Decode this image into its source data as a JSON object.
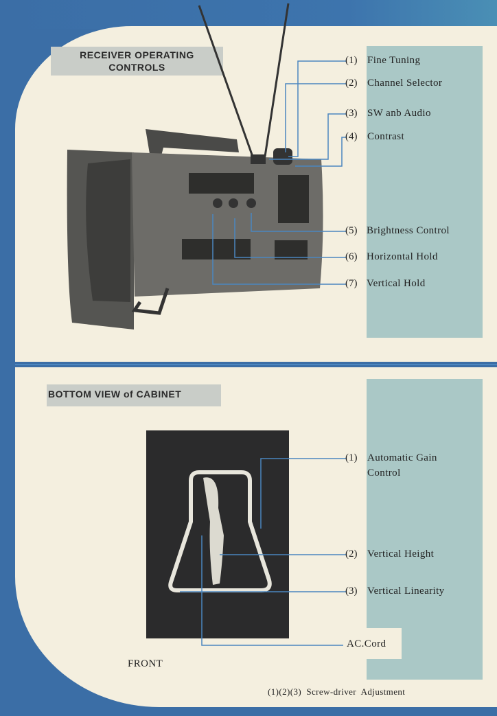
{
  "top_section": {
    "title_line1": "RECEIVER OPERATING",
    "title_line2": "CONTROLS",
    "controls": [
      {
        "num": "(1)",
        "label": "Fine Tuning"
      },
      {
        "num": "(2)",
        "label": "Channel Selector"
      },
      {
        "num": "(3)",
        "label": "SW anb Audio"
      },
      {
        "num": "(4)",
        "label": "Contrast"
      },
      {
        "num": "(5)",
        "label": "Brightness Control"
      },
      {
        "num": "(6)",
        "label": "Horizontal Hold"
      },
      {
        "num": "(7)",
        "label": "Vertical Hold"
      }
    ]
  },
  "bottom_section": {
    "title": "BOTTOM VIEW of CABINET",
    "controls": [
      {
        "num": "(1)",
        "label": "Automatic Gain",
        "label2": "Control"
      },
      {
        "num": "(2)",
        "label": "Vertical Height"
      },
      {
        "num": "(3)",
        "label": "Vertical Linearity"
      }
    ],
    "ac_cord": "AC.Cord",
    "front_label": "FRONT",
    "footnote": "(1)(2)(3)  Screw-driver  Adjustment"
  },
  "colors": {
    "blue": "#3b6ea6",
    "cream": "#f4efdf",
    "panel": "#aac8c6",
    "leader": "#4b86bf"
  }
}
